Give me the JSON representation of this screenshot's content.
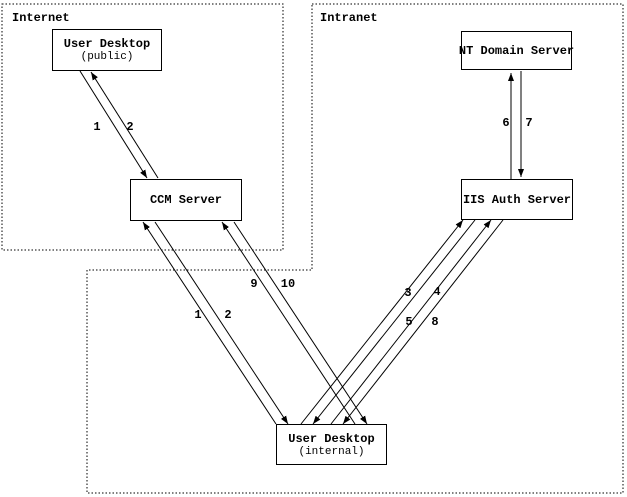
{
  "diagram": {
    "zones": {
      "internet": {
        "label": "Internet"
      },
      "intranet": {
        "label": "Intranet"
      }
    },
    "nodes": {
      "user_desktop_public": {
        "label": "User Desktop",
        "sublabel": "(public)"
      },
      "ccm_server": {
        "label": "CCM Server"
      },
      "nt_domain_server": {
        "label": "NT Domain Server"
      },
      "iis_auth_server": {
        "label": "IIS Auth Server"
      },
      "user_desktop_internal": {
        "label": "User Desktop",
        "sublabel": "(internal)"
      }
    },
    "flow_labels": {
      "public_to_ccm": "1",
      "ccm_to_public": "2",
      "internal_to_ccm": "1",
      "ccm_to_internal": "2",
      "internal_to_iis_a": "3",
      "iis_to_internal_a": "4",
      "internal_to_iis_b": "5",
      "iis_to_nt": "6",
      "nt_to_iis": "7",
      "iis_to_internal_b": "8",
      "internal_to_ccm_b": "9",
      "ccm_to_internal_b": "10"
    },
    "colors": {
      "line": "#000000",
      "background": "#ffffff"
    }
  }
}
